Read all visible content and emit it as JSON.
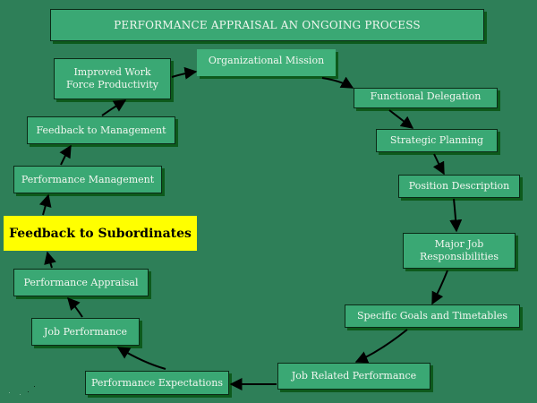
{
  "title": "PERFORMANCE APPRAISAL AN ONGOING PROCESS",
  "colors": {
    "background": "#2e7f58",
    "box_fill": "#3aa874",
    "box_shadow": "#0d5a1c",
    "highlight_fill": "#ffff00",
    "arrow": "#000000"
  },
  "steps": [
    {
      "id": "organizational-mission",
      "label": "Organizational Mission"
    },
    {
      "id": "functional-delegation",
      "label": "Functional Delegation"
    },
    {
      "id": "strategic-planning",
      "label": "Strategic Planning"
    },
    {
      "id": "position-description",
      "label": "Position Description"
    },
    {
      "id": "major-job-responsibilities",
      "label": "Major Job\nResponsibilities"
    },
    {
      "id": "specific-goals-and-timetables",
      "label": "Specific Goals and Timetables"
    },
    {
      "id": "job-related-performance",
      "label": "Job Related Performance"
    },
    {
      "id": "performance-expectations",
      "label": "Performance  Expectations"
    },
    {
      "id": "job-performance",
      "label": "Job Performance"
    },
    {
      "id": "performance-appraisal",
      "label": "Performance Appraisal"
    },
    {
      "id": "feedback-to-subordinates",
      "label": "Feedback to Subordinates",
      "highlighted": true
    },
    {
      "id": "performance-management",
      "label": "Performance Management"
    },
    {
      "id": "feedback-to-management",
      "label": "Feedback to Management"
    },
    {
      "id": "improved-work-force-productivity",
      "label": "Improved Work\n  Force Productivity"
    }
  ],
  "flow": "cyclic-clockwise"
}
